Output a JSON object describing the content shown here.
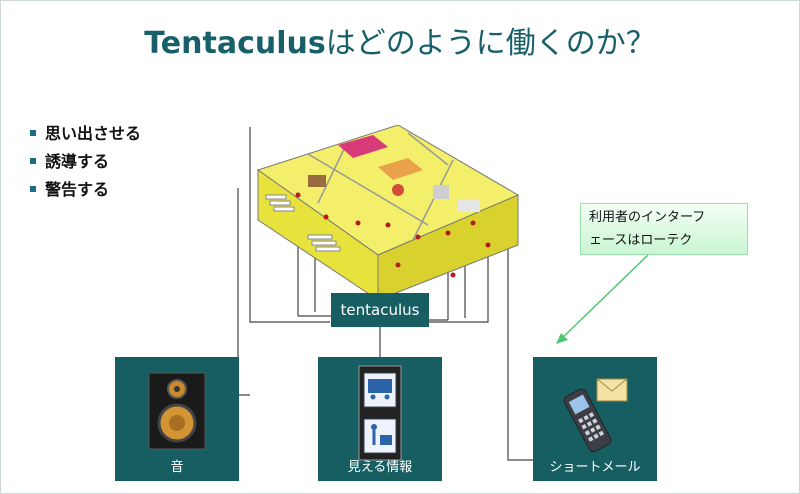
{
  "slide": {
    "title_main": "Tentaculus",
    "title_rest": "はどのように働くのか？",
    "bullets": [
      "思い出させる",
      "誘導する",
      "警告する"
    ],
    "center_label": "tentaculus",
    "callout": {
      "line1": "利用者のインターフ",
      "line2": "ェースはローテク"
    },
    "devices": [
      {
        "label": "音",
        "icon": "speaker-icon"
      },
      {
        "label": "見える情報",
        "icon": "display-panel-icon"
      },
      {
        "label": "ショートメール",
        "icon": "mobile-phone-icon"
      }
    ]
  },
  "colors": {
    "title": "#17606a",
    "box": "#175e63",
    "bullet": "#1b6f82",
    "callout_border": "#9adfb0",
    "callout_arrow": "#4fc873"
  }
}
